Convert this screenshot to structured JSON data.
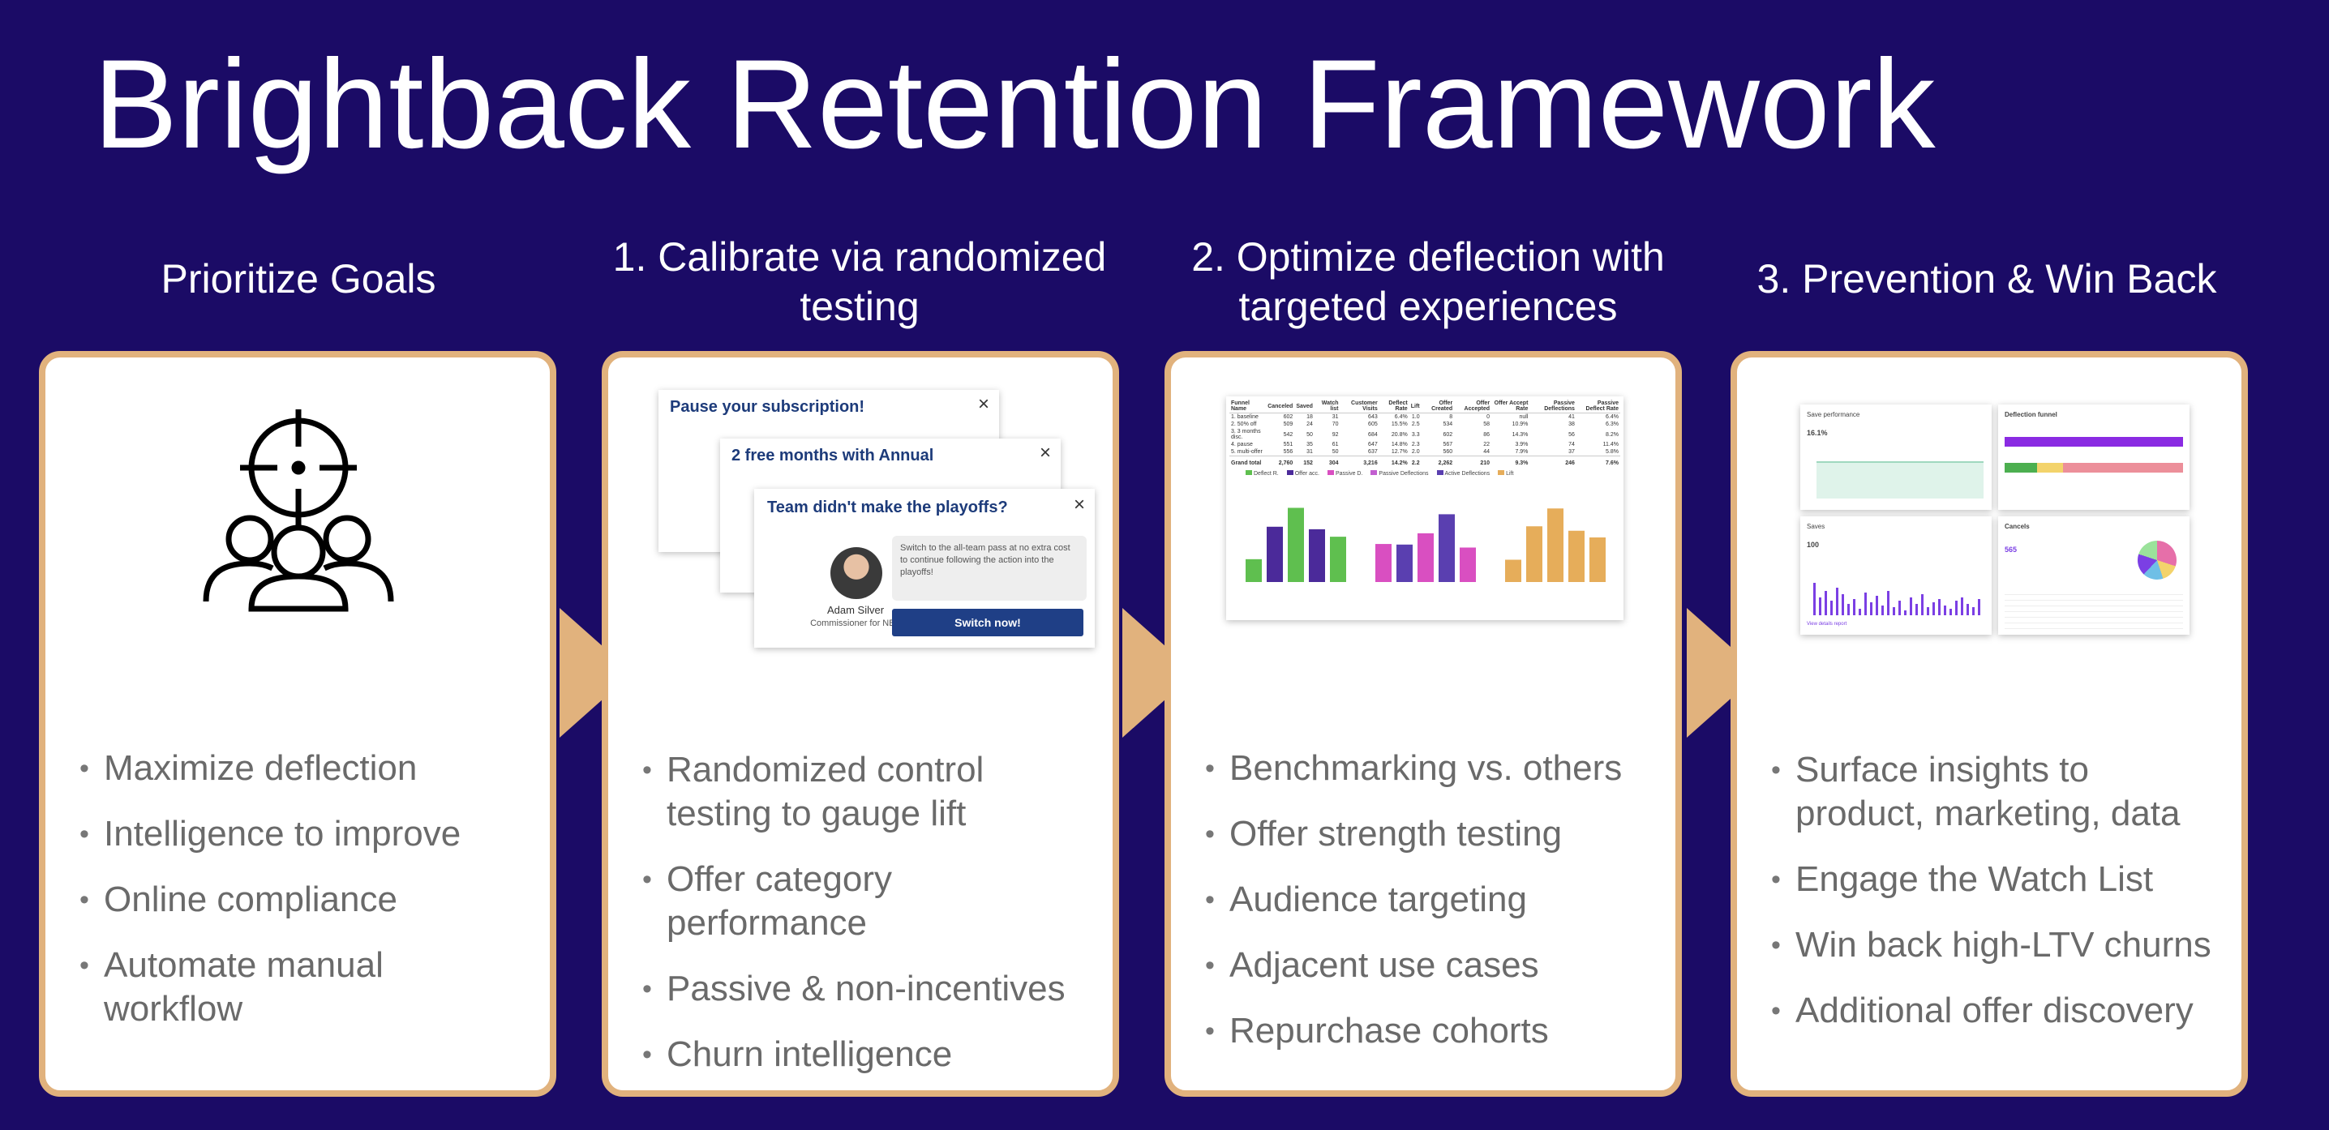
{
  "title": "Brightback Retention Framework",
  "columns": [
    {
      "heading": "Prioritize Goals",
      "icon": "target-audience-icon",
      "bullets": [
        "Maximize deflection",
        "Intelligence to improve",
        "Online compliance",
        "Automate manual workflow"
      ]
    },
    {
      "heading": "1. Calibrate via randomized testing",
      "bullets": [
        "Randomized control testing to gauge lift",
        "Offer category performance",
        "Passive & non-incentives",
        "Churn intelligence"
      ],
      "mockup": {
        "dialog1_title": "Pause your subscription!",
        "dialog2_title": "2 free months with Annual",
        "dialog3_title": "Team didn't make the playoffs?",
        "dialog3_body": "Switch to the all-team pass at no extra cost to continue following the action into the playoffs!",
        "person_name": "Adam Silver",
        "person_role": "Commissioner for NBA",
        "cta": "Switch now!",
        "close": "×"
      }
    },
    {
      "heading": "2. Optimize deflection with targeted experiences",
      "bullets": [
        "Benchmarking vs. others",
        "Offer strength testing",
        "Audience targeting",
        "Adjacent use cases",
        "Repurchase cohorts"
      ],
      "report": {
        "headers": [
          "Funnel Name",
          "Canceled",
          "Saved",
          "Watch list",
          "Customer Visits",
          "Deflect Rate",
          "Lift",
          "Offer Created",
          "Offer Accepted",
          "Offer Accept Rate",
          "Passive Deflections",
          "Passive Deflect Rate"
        ],
        "rows": [
          [
            "1. baseline",
            "602",
            "18",
            "31",
            "643",
            "6.4%",
            "1.0",
            "8",
            "0",
            "null",
            "41",
            "6.4%"
          ],
          [
            "2. 50% off",
            "509",
            "24",
            "70",
            "605",
            "15.5%",
            "2.5",
            "534",
            "58",
            "10.9%",
            "38",
            "6.3%"
          ],
          [
            "3. 3 months disc.",
            "542",
            "50",
            "92",
            "684",
            "20.8%",
            "3.3",
            "602",
            "86",
            "14.3%",
            "56",
            "8.2%"
          ],
          [
            "4. pause",
            "551",
            "35",
            "61",
            "647",
            "14.8%",
            "2.3",
            "567",
            "22",
            "3.9%",
            "74",
            "11.4%"
          ],
          [
            "5. multi-offer",
            "556",
            "31",
            "50",
            "637",
            "12.7%",
            "2.0",
            "560",
            "44",
            "7.9%",
            "37",
            "5.8%"
          ]
        ],
        "total": [
          "Grand total",
          "2,760",
          "152",
          "304",
          "3,216",
          "14.2%",
          "2.2",
          "2,262",
          "210",
          "9.3%",
          "246",
          "7.6%"
        ],
        "legend": [
          "Deflect R.",
          "Offer acc.",
          "Passive D.",
          "Passive Deflections",
          "Active Deflections",
          "Lift"
        ]
      }
    },
    {
      "heading": "3. Prevention & Win Back",
      "bullets": [
        "Surface insights to product, marketing, data",
        "Engage the Watch List",
        "Win back high-LTV churns",
        "Additional offer discovery"
      ],
      "dashboard": {
        "save_performance": "Save performance",
        "save_rate": "16.1%",
        "deflection_funnel": "Deflection funnel",
        "saves": "Saves",
        "saves_count": "100",
        "cancels": "Cancels",
        "cancels_count": "565",
        "link": "View details report"
      }
    }
  ]
}
